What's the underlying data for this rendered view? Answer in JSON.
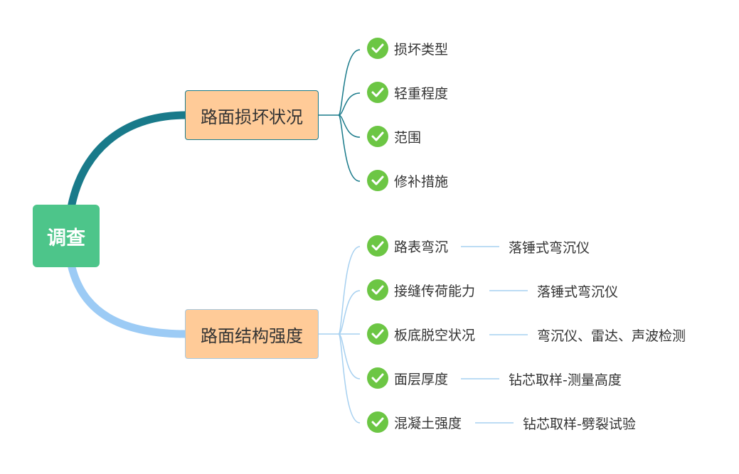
{
  "root": {
    "label": "调查"
  },
  "branches": [
    {
      "label": "路面损坏状况",
      "color": "#197a8a",
      "items": [
        {
          "label": "损坏类型",
          "icon": "check-icon"
        },
        {
          "label": "轻重程度",
          "icon": "check-icon"
        },
        {
          "label": "范围",
          "icon": "check-icon"
        },
        {
          "label": "修补措施",
          "icon": "check-icon"
        }
      ]
    },
    {
      "label": "路面结构强度",
      "color": "#9ccbf5",
      "items": [
        {
          "label": "路表弯沉",
          "detail": "落锤式弯沉仪",
          "icon": "check-icon"
        },
        {
          "label": "接缝传荷能力",
          "detail": "落锤式弯沉仪",
          "icon": "check-icon"
        },
        {
          "label": "板底脱空状况",
          "detail": "弯沉仪、雷达、声波检测",
          "icon": "check-icon"
        },
        {
          "label": "面层厚度",
          "detail": "钻芯取样-测量高度",
          "icon": "check-icon"
        },
        {
          "label": "混凝土强度",
          "detail": "钻芯取样-劈裂试验",
          "icon": "check-icon"
        }
      ]
    }
  ],
  "colors": {
    "root_fill": "#4dc58a",
    "branch_fill": "#ffcb98",
    "check_fill": "#6cc644",
    "connector_light": "#a6d0f0"
  }
}
